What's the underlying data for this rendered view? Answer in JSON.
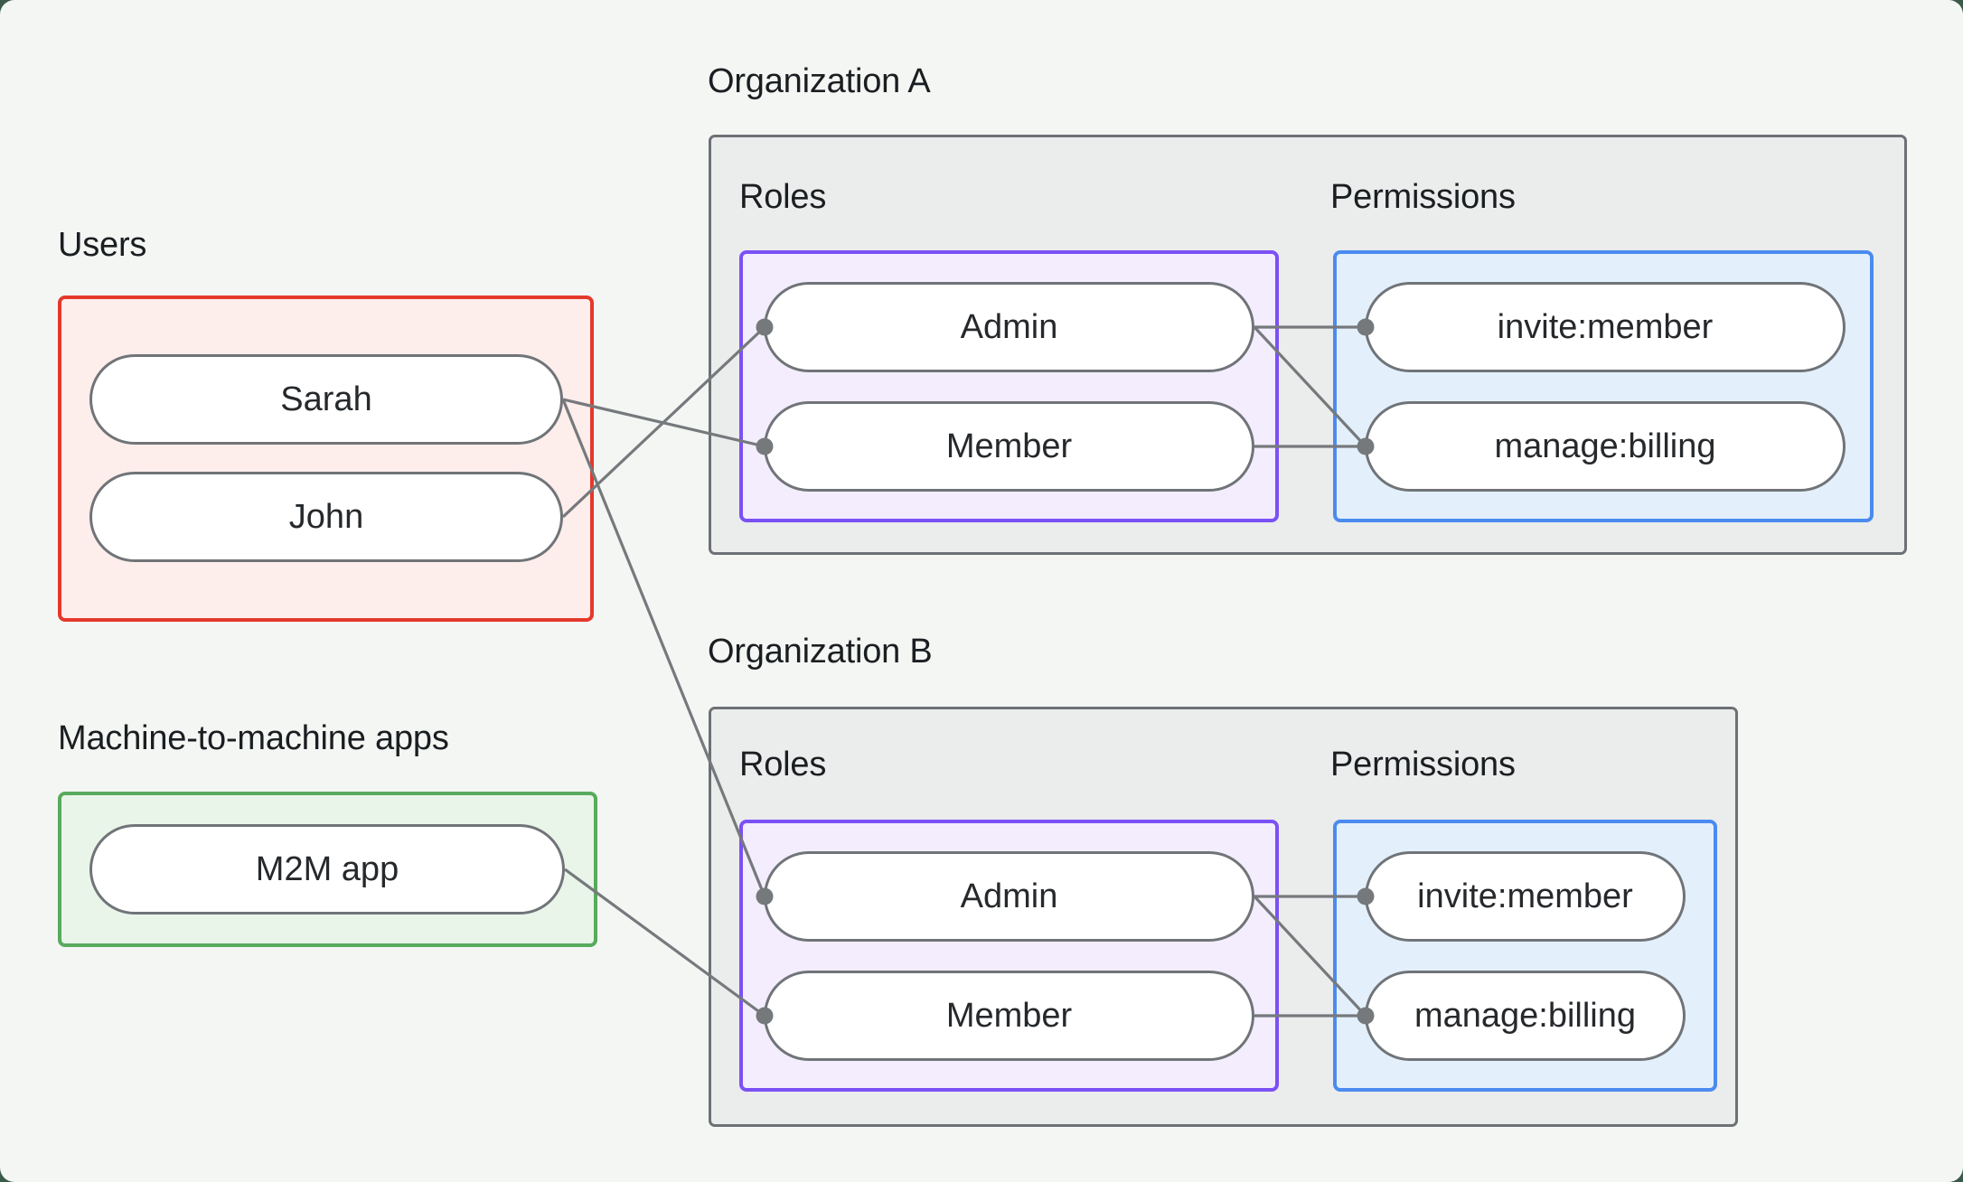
{
  "users_group": {
    "title": "Users",
    "items": [
      {
        "id": "sarah",
        "label": "Sarah"
      },
      {
        "id": "john",
        "label": "John"
      }
    ]
  },
  "m2m_group": {
    "title": "Machine-to-machine apps",
    "items": [
      {
        "id": "m2m",
        "label": "M2M app"
      }
    ]
  },
  "org_a": {
    "title": "Organization A",
    "roles_label": "Roles",
    "permissions_label": "Permissions",
    "roles": [
      {
        "id": "admin_a",
        "label": "Admin"
      },
      {
        "id": "member_a",
        "label": "Member"
      }
    ],
    "permissions": [
      {
        "id": "invite_a",
        "label": "invite:member"
      },
      {
        "id": "manage_a",
        "label": "manage:billing"
      }
    ]
  },
  "org_b": {
    "title": "Organization B",
    "roles_label": "Roles",
    "permissions_label": "Permissions",
    "roles": [
      {
        "id": "admin_b",
        "label": "Admin"
      },
      {
        "id": "member_b",
        "label": "Member"
      }
    ],
    "permissions": [
      {
        "id": "invite_b",
        "label": "invite:member"
      },
      {
        "id": "manage_b",
        "label": "manage:billing"
      }
    ]
  },
  "connections": [
    {
      "from": "sarah",
      "to": "member_a_left"
    },
    {
      "from": "john",
      "to": "admin_a_left"
    },
    {
      "from": "sarah",
      "to": "admin_b_left"
    },
    {
      "from": "m2m",
      "to": "member_b_left"
    },
    {
      "from": "admin_a_right",
      "to": "invite_a"
    },
    {
      "from": "admin_a_right",
      "to": "manage_a"
    },
    {
      "from": "member_a_right",
      "to": "manage_a"
    },
    {
      "from": "admin_b_right",
      "to": "invite_b"
    },
    {
      "from": "admin_b_right",
      "to": "manage_b"
    },
    {
      "from": "member_b_right",
      "to": "manage_b"
    }
  ],
  "colors": {
    "page_background": "#f4f6f4",
    "frame": "#3c5a49",
    "users_border": "#e5382c",
    "users_fill": "#fdedeb",
    "m2m_border": "#58aa5c",
    "m2m_fill": "#e9f5e9",
    "org_border": "#6d7175",
    "org_fill": "#ebecec",
    "roles_border": "#7b51f5",
    "roles_fill": "#f3edfe",
    "permissions_border": "#4b8bf0",
    "permissions_fill": "#e3f0fc",
    "connector": "#76797c"
  }
}
